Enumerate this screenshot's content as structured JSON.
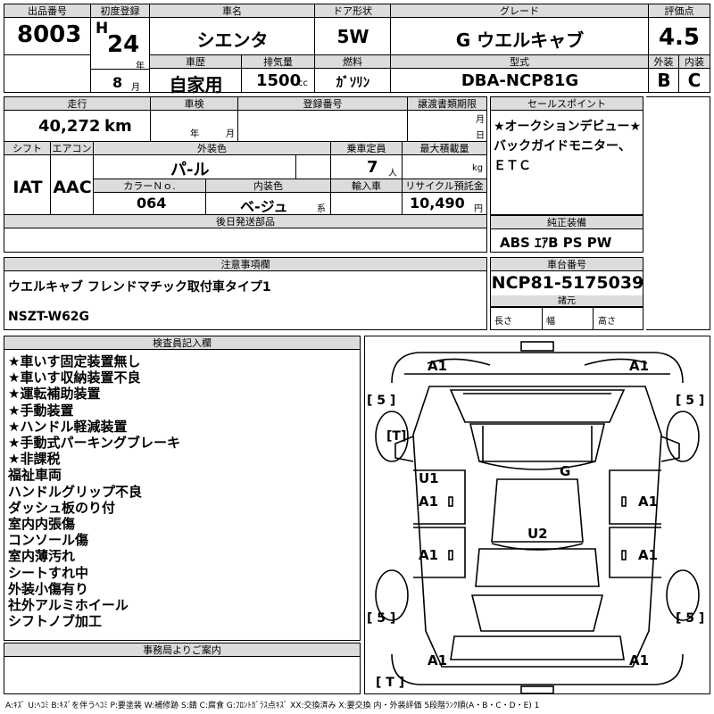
{
  "header": {
    "lot_label": "出品番号",
    "lot_no": "8003",
    "first_reg_label": "初度登録",
    "era": "H",
    "year": "24",
    "year_unit": "年",
    "month": "8",
    "month_unit": "月",
    "car_name_label": "車名",
    "car_name": "シエンタ",
    "door_label": "ドア形状",
    "door": "5W",
    "grade_label": "グレード",
    "grade": "G ウエルキャブ",
    "score_label": "評価点",
    "score": "4.5",
    "history_label": "車歴",
    "history": "自家用",
    "displacement_label": "排気量",
    "displacement": "1500",
    "displacement_unit": "cc",
    "fuel_label": "燃料",
    "fuel": "ｶﾞｿﾘﾝ",
    "model_label": "型式",
    "model": "DBA-NCP81G",
    "exterior_label": "外装",
    "exterior": "B",
    "interior_label": "内装",
    "interior": "C"
  },
  "row2": {
    "mileage_label": "走行",
    "mileage": "40,272",
    "mileage_unit": "km",
    "inspection_label": "車検",
    "inspection_year_unit": "年",
    "inspection_month_unit": "月",
    "reg_no_label": "登録番号",
    "transfer_label": "譲渡書類期限",
    "transfer_month_unit": "月",
    "transfer_day_unit": "日",
    "sales_point_label": "セールスポイント",
    "sales_points": [
      "★オークションデビュー★",
      "バックガイドモニター、",
      "ＥＴＣ"
    ],
    "shift_label": "シフト",
    "shift": "IAT",
    "ac_label": "エアコン",
    "ac": "AAC",
    "color_label": "外装色",
    "color": "パ-ル",
    "capacity_label": "乗車定員",
    "capacity": "7",
    "capacity_unit": "人",
    "load_label": "最大積載量",
    "load_unit": "kg",
    "color_no_label": "カラーＮｏ.",
    "color_no": "064",
    "interior_color_label": "内装色",
    "interior_color": "ベ-ジュ",
    "interior_color_unit": "系",
    "import_label": "輸入車",
    "recycle_label": "リサイクル預託金",
    "recycle": "10,490",
    "recycle_unit": "円",
    "later_parts_label": "後日発送部品",
    "equipment_label": "純正装備",
    "equipment": "ABS ｴｱB PS PW"
  },
  "notes": {
    "label": "注意事項欄",
    "line1": "ウエルキャブ  フレンドマチック取付車タイプ1",
    "line2": "NSZT-W62G"
  },
  "chassis": {
    "label": "車台番号",
    "number": "NCP81-5175039",
    "dims_label": "諸元",
    "length_label": "長さ",
    "width_label": "幅",
    "height_label": "高さ"
  },
  "inspector": {
    "label": "検査員記入欄",
    "items": [
      "★車いす固定装置無し",
      "★車いす収納装置不良",
      "★運転補助装置",
      "★手動装置",
      "★ハンドル軽減装置",
      "★手動式パーキングブレーキ",
      "★非課税",
      "福祉車両",
      "ハンドルグリップ不良",
      "ダッシュ板のり付",
      "室内内張傷",
      "コンソール傷",
      "室内薄汚れ",
      "シートすれ中",
      "外装小傷有り",
      "社外アルミホイール",
      "シフトノブ加工"
    ]
  },
  "office": {
    "label": "事務局よりご案内"
  },
  "diagram": {
    "a1": "A1",
    "u1": "U1",
    "u2": "U2",
    "g": "G",
    "tire": "[ 5 ]",
    "t_top": "[T]",
    "t_bottom": "[ T ]"
  },
  "legend": "A:ｷｽﾞ U:ﾍｺﾐ B:ｷｽﾞを伴うﾍｺﾐ P:要塗装 W:補修跡 S:錆 C:腐食 G:ﾌﾛﾝﾄｶﾞﾗｽ点ｷｽﾞ XX:交換済み X:要交換  内・外装評価 5段階ﾗﾝｸ順(A・B・C・D・E) 1"
}
